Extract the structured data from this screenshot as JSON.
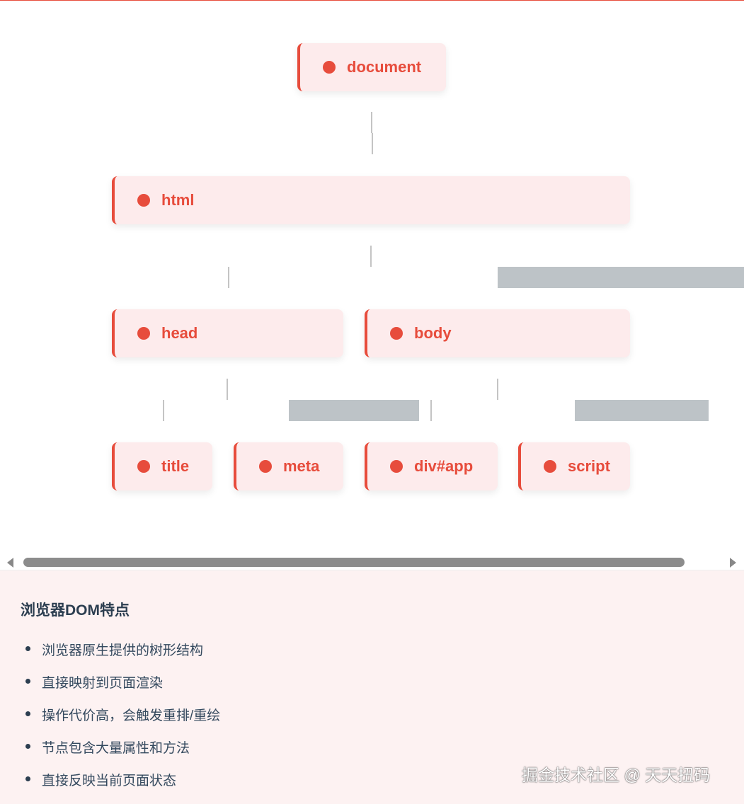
{
  "tree": {
    "nodes": [
      {
        "label": "document"
      },
      {
        "label": "html"
      },
      {
        "label": "head"
      },
      {
        "label": "body"
      },
      {
        "label": "title"
      },
      {
        "label": "meta"
      },
      {
        "label": "div#app"
      },
      {
        "label": "script"
      }
    ],
    "accent_color": "#e74c3c",
    "node_bg": "#fdebec"
  },
  "panel": {
    "title": "浏览器DOM特点",
    "items": [
      "浏览器原生提供的树形结构",
      "直接映射到页面渲染",
      "操作代价高，会触发重排/重绘",
      "节点包含大量属性和方法",
      "直接反映当前页面状态"
    ]
  },
  "watermark": "掘金技术社区 @ 天天扭码"
}
